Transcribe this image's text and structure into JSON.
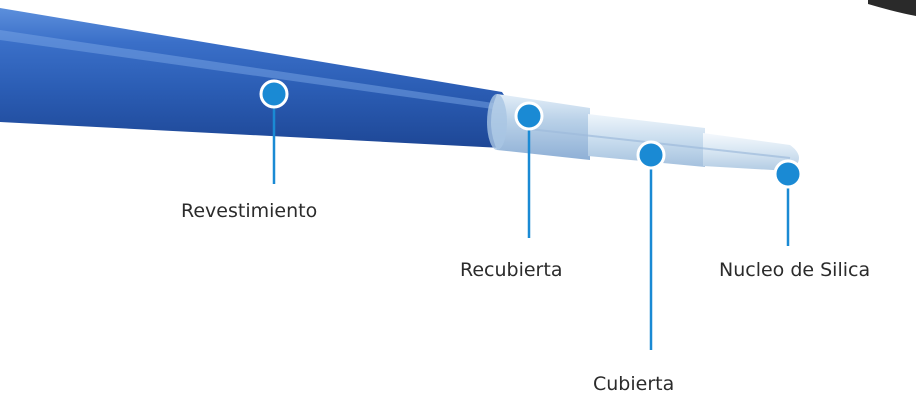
{
  "callouts": [
    {
      "id": "revestimiento",
      "label": "Revestimiento"
    },
    {
      "id": "recubierta",
      "label": "Recubierta"
    },
    {
      "id": "nucleo",
      "label": "Nucleo de Silica"
    },
    {
      "id": "cubierta",
      "label": "Cubierta"
    }
  ],
  "colors": {
    "jacket": "#2f62b8",
    "coating": "#b7cfe6",
    "cladding": "#cfe0ef",
    "marker": "#1a8ad4",
    "label_text": "#2b2b2b"
  }
}
